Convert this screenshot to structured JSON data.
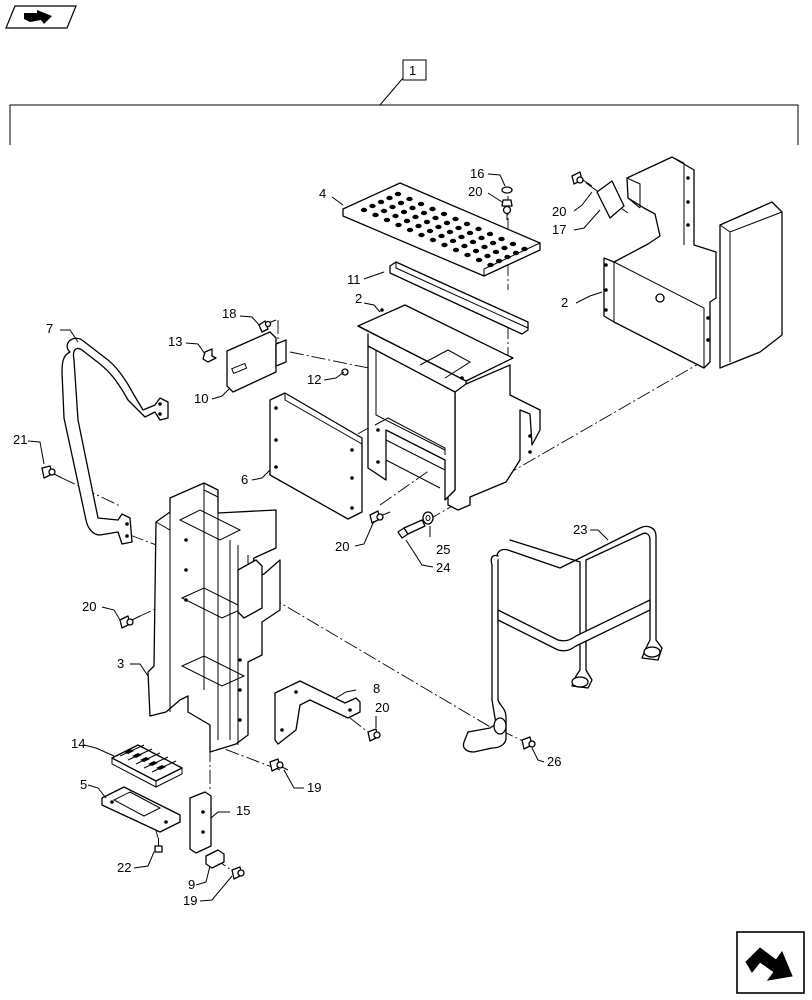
{
  "assembly": {
    "label": "1"
  },
  "callouts": {
    "c2a": "2",
    "c2b": "2",
    "c3": "3",
    "c4": "4",
    "c5": "5",
    "c6": "6",
    "c7": "7",
    "c8": "8",
    "c9": "9",
    "c10": "10",
    "c11": "11",
    "c12": "12",
    "c13": "13",
    "c14": "14",
    "c15": "15",
    "c16": "16",
    "c17": "17",
    "c18": "18",
    "c19a": "19",
    "c19b": "19",
    "c20a": "20",
    "c20b": "20",
    "c20c": "20",
    "c20d": "20",
    "c20e": "20",
    "c21": "21",
    "c22": "22",
    "c23": "23",
    "c24": "24",
    "c25": "25",
    "c26": "26"
  },
  "icons": {
    "top_left": "back-arrow-icon",
    "bottom_right": "next-page-arrow-icon"
  }
}
